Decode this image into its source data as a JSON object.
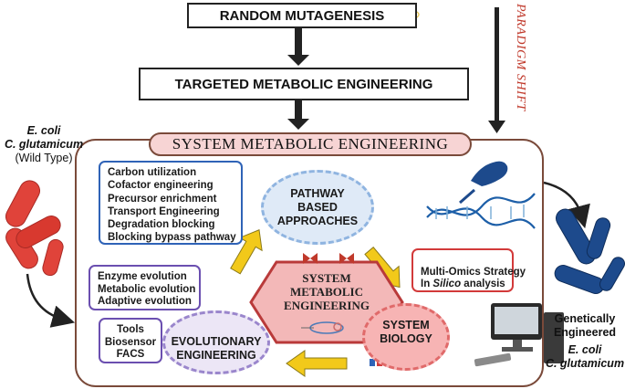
{
  "top_box": "RANDOM MUTAGENESIS",
  "middle_box": "TARGETED METABOLIC ENGINEERING",
  "paradigm_shift": "PARADIGM SHIFT",
  "main_title": "SYSTEM METABOLIC ENGINEERING",
  "wild_type": {
    "line1": "E. coli",
    "line2": "C. glutamicum",
    "line3": "(Wild Type)"
  },
  "engineered": {
    "line1": "Genetically",
    "line2": "Engineered",
    "line3": "E. coli",
    "line4": "C. glutamicum"
  },
  "pathway_list": [
    "Carbon utilization",
    "Cofactor engineering",
    "Precursor enrichment",
    "Transport Engineering",
    "Degradation blocking",
    "Blocking bypass pathway"
  ],
  "pathway_approaches": {
    "line1": "PATHWAY",
    "line2": "BASED",
    "line3": "APPROACHES"
  },
  "center_hex": {
    "line1": "SYSTEM",
    "line2": "METABOLIC",
    "line3": "ENGINEERING"
  },
  "system_biology": {
    "line1": "SYSTEM",
    "line2": "BIOLOGY"
  },
  "omics": {
    "line1": "Multi-Omics Strategy",
    "line2_pre": "In ",
    "line2_em": "Silico",
    "line2_post": " analysis"
  },
  "evolution_list": [
    "Enzyme evolution",
    "Metabolic evolution",
    "Adaptive evolution"
  ],
  "tools_list": [
    "Tools",
    "Biosensor",
    "FACS"
  ],
  "evolutionary": {
    "line1": "EVOLUTIONARY",
    "line2": "ENGINEERING"
  },
  "colors": {
    "blue_border": "#2f63b7",
    "purple_border": "#6b4fb0",
    "red_border": "#d23a3a",
    "pathway_fill": "#dfeaf7",
    "evolution_fill": "#ece6f6",
    "biology_fill": "#f7b4b4",
    "hex_fill": "#f3b8b8",
    "hex_border": "#b93a3a",
    "title_fill": "#f7d4d4",
    "frame": "#7a4a3a",
    "arrow_yellow": "#f2c91a",
    "bacteria_red": "#e0433a",
    "bacteria_blue": "#1d4a8c",
    "paradigm_red": "#c0392b"
  },
  "icons": [
    "dna-helix-icon",
    "hand-pen-icon",
    "computer-icon",
    "human-evolution-icon",
    "bacteria-icon",
    "plasmid-icon"
  ]
}
